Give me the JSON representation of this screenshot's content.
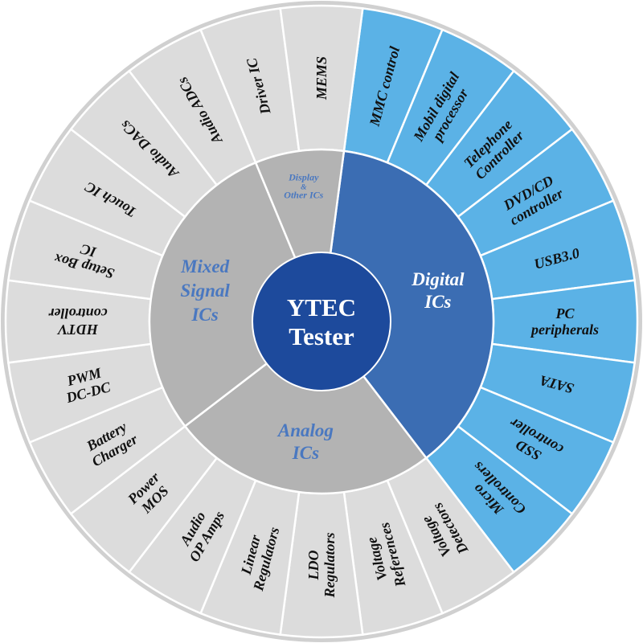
{
  "center": {
    "line1": "YTEC",
    "line2": "Tester"
  },
  "categories": {
    "digital": [
      "Digital",
      "ICs"
    ],
    "analog": [
      "Analog",
      "ICs"
    ],
    "mixed": [
      "Mixed",
      "Signal",
      "ICs"
    ],
    "display": [
      "Display",
      "&",
      "Other ICs"
    ]
  },
  "outer_segments": [
    {
      "group": "digital",
      "lines": [
        "MMC control"
      ]
    },
    {
      "group": "digital",
      "lines": [
        "Mobil digital",
        "processor"
      ]
    },
    {
      "group": "digital",
      "lines": [
        "Telephone",
        "Controller"
      ]
    },
    {
      "group": "digital",
      "lines": [
        "DVD/CD",
        "controller"
      ]
    },
    {
      "group": "digital",
      "lines": [
        "USB3.0"
      ]
    },
    {
      "group": "digital",
      "lines": [
        "PC",
        "peripherals"
      ]
    },
    {
      "group": "digital",
      "lines": [
        "SATA"
      ]
    },
    {
      "group": "digital",
      "lines": [
        "SSD",
        "controller"
      ]
    },
    {
      "group": "digital",
      "lines": [
        "Micro",
        "Controllers"
      ]
    },
    {
      "group": "analog",
      "lines": [
        "Voltage",
        "Detectors"
      ]
    },
    {
      "group": "analog",
      "lines": [
        "Voltage",
        "References"
      ]
    },
    {
      "group": "analog",
      "lines": [
        "LDO",
        "Regulators"
      ]
    },
    {
      "group": "analog",
      "lines": [
        "Linear",
        "Regulators"
      ]
    },
    {
      "group": "analog",
      "lines": [
        "Audio",
        "OP Amps"
      ]
    },
    {
      "group": "analog",
      "lines": [
        "Power",
        "MOS"
      ]
    },
    {
      "group": "mixed",
      "lines": [
        "Battery",
        "Charger"
      ]
    },
    {
      "group": "mixed",
      "lines": [
        "PWM",
        "DC-DC"
      ]
    },
    {
      "group": "mixed",
      "lines": [
        "HDTV",
        "controller"
      ]
    },
    {
      "group": "mixed",
      "lines": [
        "Setup Box",
        "IC"
      ]
    },
    {
      "group": "mixed",
      "lines": [
        "Touch IC"
      ]
    },
    {
      "group": "mixed",
      "lines": [
        "Audio DACs"
      ]
    },
    {
      "group": "mixed",
      "lines": [
        "Audio ADCs"
      ]
    },
    {
      "group": "display",
      "lines": [
        "Driver IC"
      ]
    },
    {
      "group": "display",
      "lines": [
        "MEMS"
      ]
    }
  ],
  "colors": {
    "digital_outer": "#5bb2e6",
    "other_outer": "#dcdcdc",
    "digital_inner": "#3b6db3",
    "other_inner": "#b3b3b3",
    "center": "#1d4a9c",
    "category_text_gray": "#4a78c0",
    "category_text_white": "#ffffff",
    "outer_text": "#111111",
    "rim": "#d0d0d0",
    "divider": "#ffffff"
  }
}
